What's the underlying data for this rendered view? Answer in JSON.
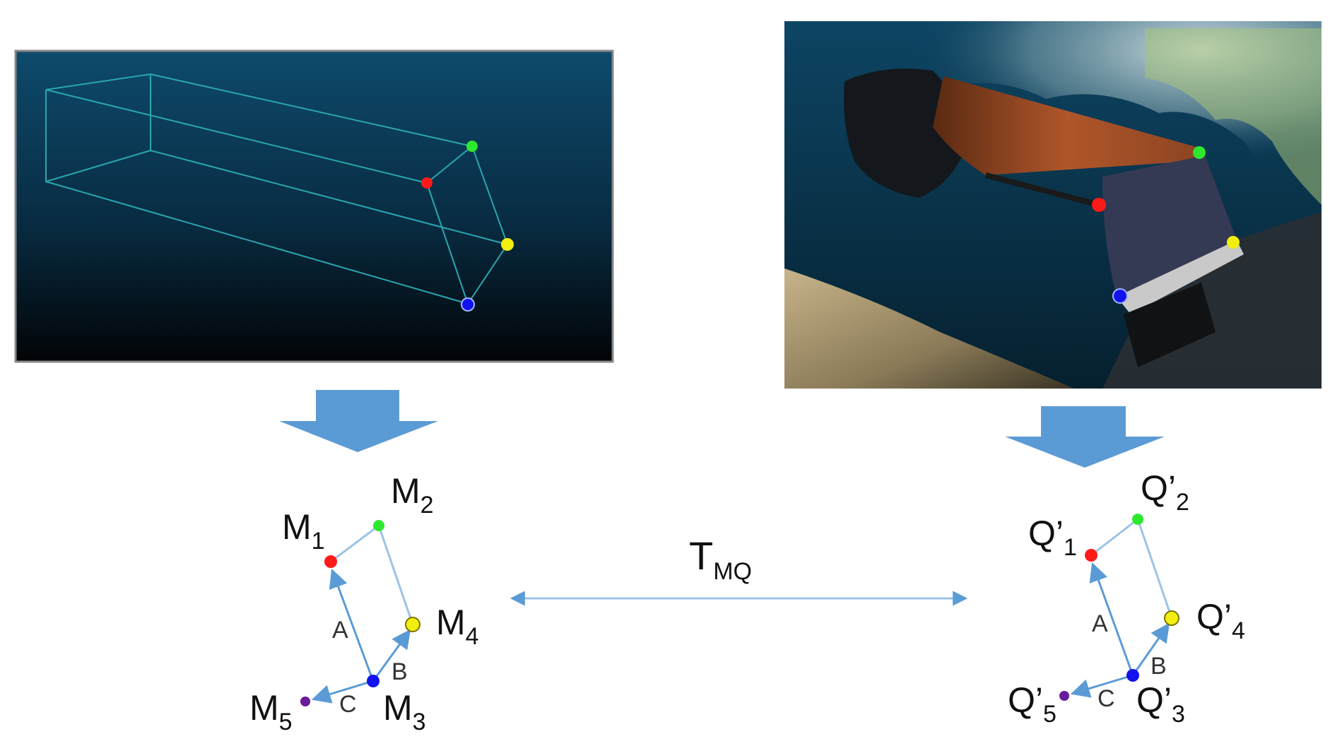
{
  "colors": {
    "point_red": "#ff1a1a",
    "point_green": "#2ee82e",
    "point_yellow": "#f2ee10",
    "point_blue": "#1212ee",
    "point_purple": "#6a1a9a",
    "arrow_blue": "#5b9bd5",
    "vector_line": "#9dc3e6",
    "wire": "#2aa6b0",
    "panel_top": "#0e4a6c",
    "panel_bottom": "#020406"
  },
  "model_panel": {
    "description_icon": "wireframe-box-icon"
  },
  "scan_panel": {
    "description_icon": "point-cloud-icon"
  },
  "transform": {
    "base": "T",
    "sub": "MQ"
  },
  "model_points": {
    "m1": {
      "base": "M",
      "sub": "1"
    },
    "m2": {
      "base": "M",
      "sub": "2"
    },
    "m3": {
      "base": "M",
      "sub": "3"
    },
    "m4": {
      "base": "M",
      "sub": "4"
    },
    "m5": {
      "base": "M",
      "sub": "5"
    }
  },
  "scan_points": {
    "q1": {
      "base": "Q’",
      "sub": "1"
    },
    "q2": {
      "base": "Q’",
      "sub": "2"
    },
    "q3": {
      "base": "Q’",
      "sub": "3"
    },
    "q4": {
      "base": "Q’",
      "sub": "4"
    },
    "q5": {
      "base": "Q’",
      "sub": "5"
    }
  },
  "vectors": {
    "a": "A",
    "b": "B",
    "c": "C"
  }
}
